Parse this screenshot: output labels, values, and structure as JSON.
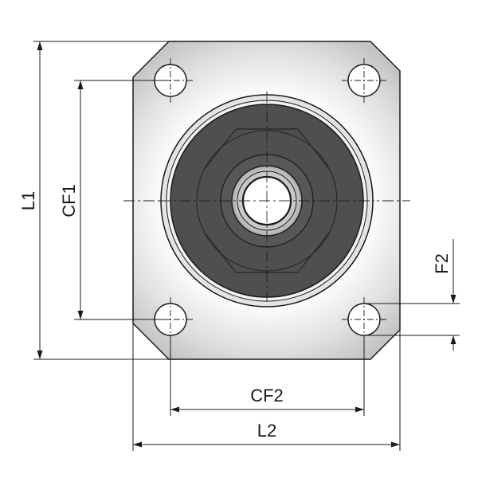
{
  "labels": {
    "L1": "L1",
    "CF1": "CF1",
    "F2": "F2",
    "CF2": "CF2",
    "L2": "L2"
  },
  "colors": {
    "line": "#1a1a1a",
    "plate_center": "#ffffff",
    "plate_edge": "#c9c9c9",
    "seal_dark": "#4d4d4d",
    "seal_mid": "#5a5a5a",
    "ring_light": "#e6e6e6"
  }
}
